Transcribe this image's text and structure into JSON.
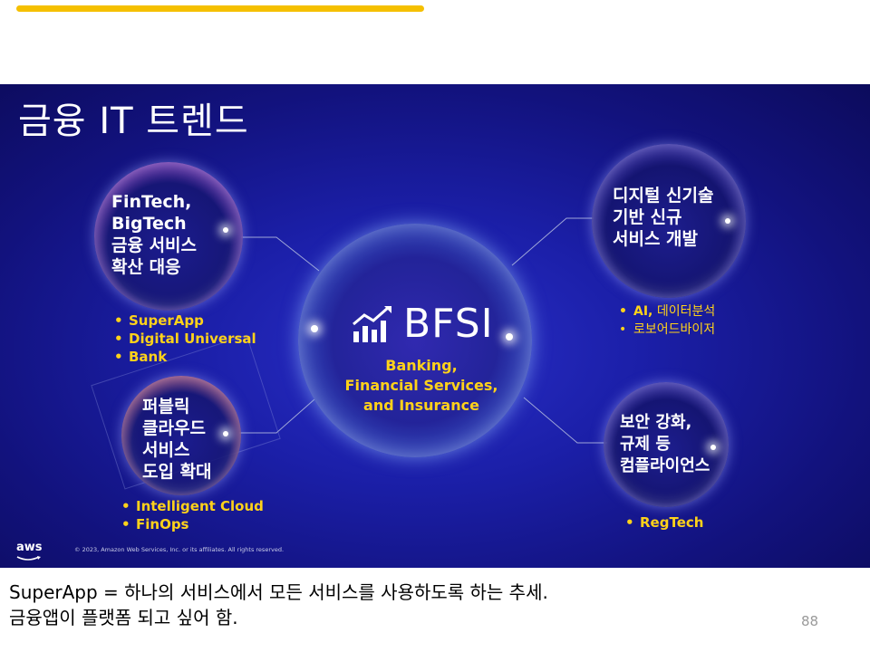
{
  "accent_bar_color": "#f5c000",
  "slide": {
    "title": "금융 IT 트렌드",
    "center": {
      "logo_icon": "bar-chart-growth-icon",
      "label": "BFSI",
      "subtitle": [
        "Banking,",
        "Financial Services,",
        "and Insurance"
      ]
    },
    "bubbles": [
      {
        "lines": [
          "FinTech,",
          "BigTech",
          "금융 서비스",
          "확산 대응"
        ],
        "bullets": [
          "SuperApp",
          "Digital Universal",
          "Bank"
        ]
      },
      {
        "lines": [
          "퍼블릭",
          "클라우드",
          "서비스",
          "도입 확대"
        ],
        "bullets": [
          "Intelligent Cloud",
          "FinOps"
        ]
      },
      {
        "lines": [
          "디지털 신기술",
          "기반 신규",
          "서비스 개발"
        ],
        "bullets": [
          {
            "bold": "AI,",
            "rest": " 데이터분석"
          },
          "로보어드바이저"
        ]
      },
      {
        "lines": [
          "보안 강화,",
          "규제 등",
          "컴플라이언스"
        ],
        "bullets": [
          "RegTech"
        ]
      }
    ],
    "footer": {
      "brand": "aws",
      "copyright": "© 2023, Amazon Web Services, Inc. or its affiliates. All rights reserved."
    }
  },
  "notes": [
    "SuperApp = 하나의 서비스에서 모든 서비스를 사용하도록 하는 추세.",
    "금융앱이 플랫폼 되고 싶어 함."
  ],
  "page_number": "88"
}
